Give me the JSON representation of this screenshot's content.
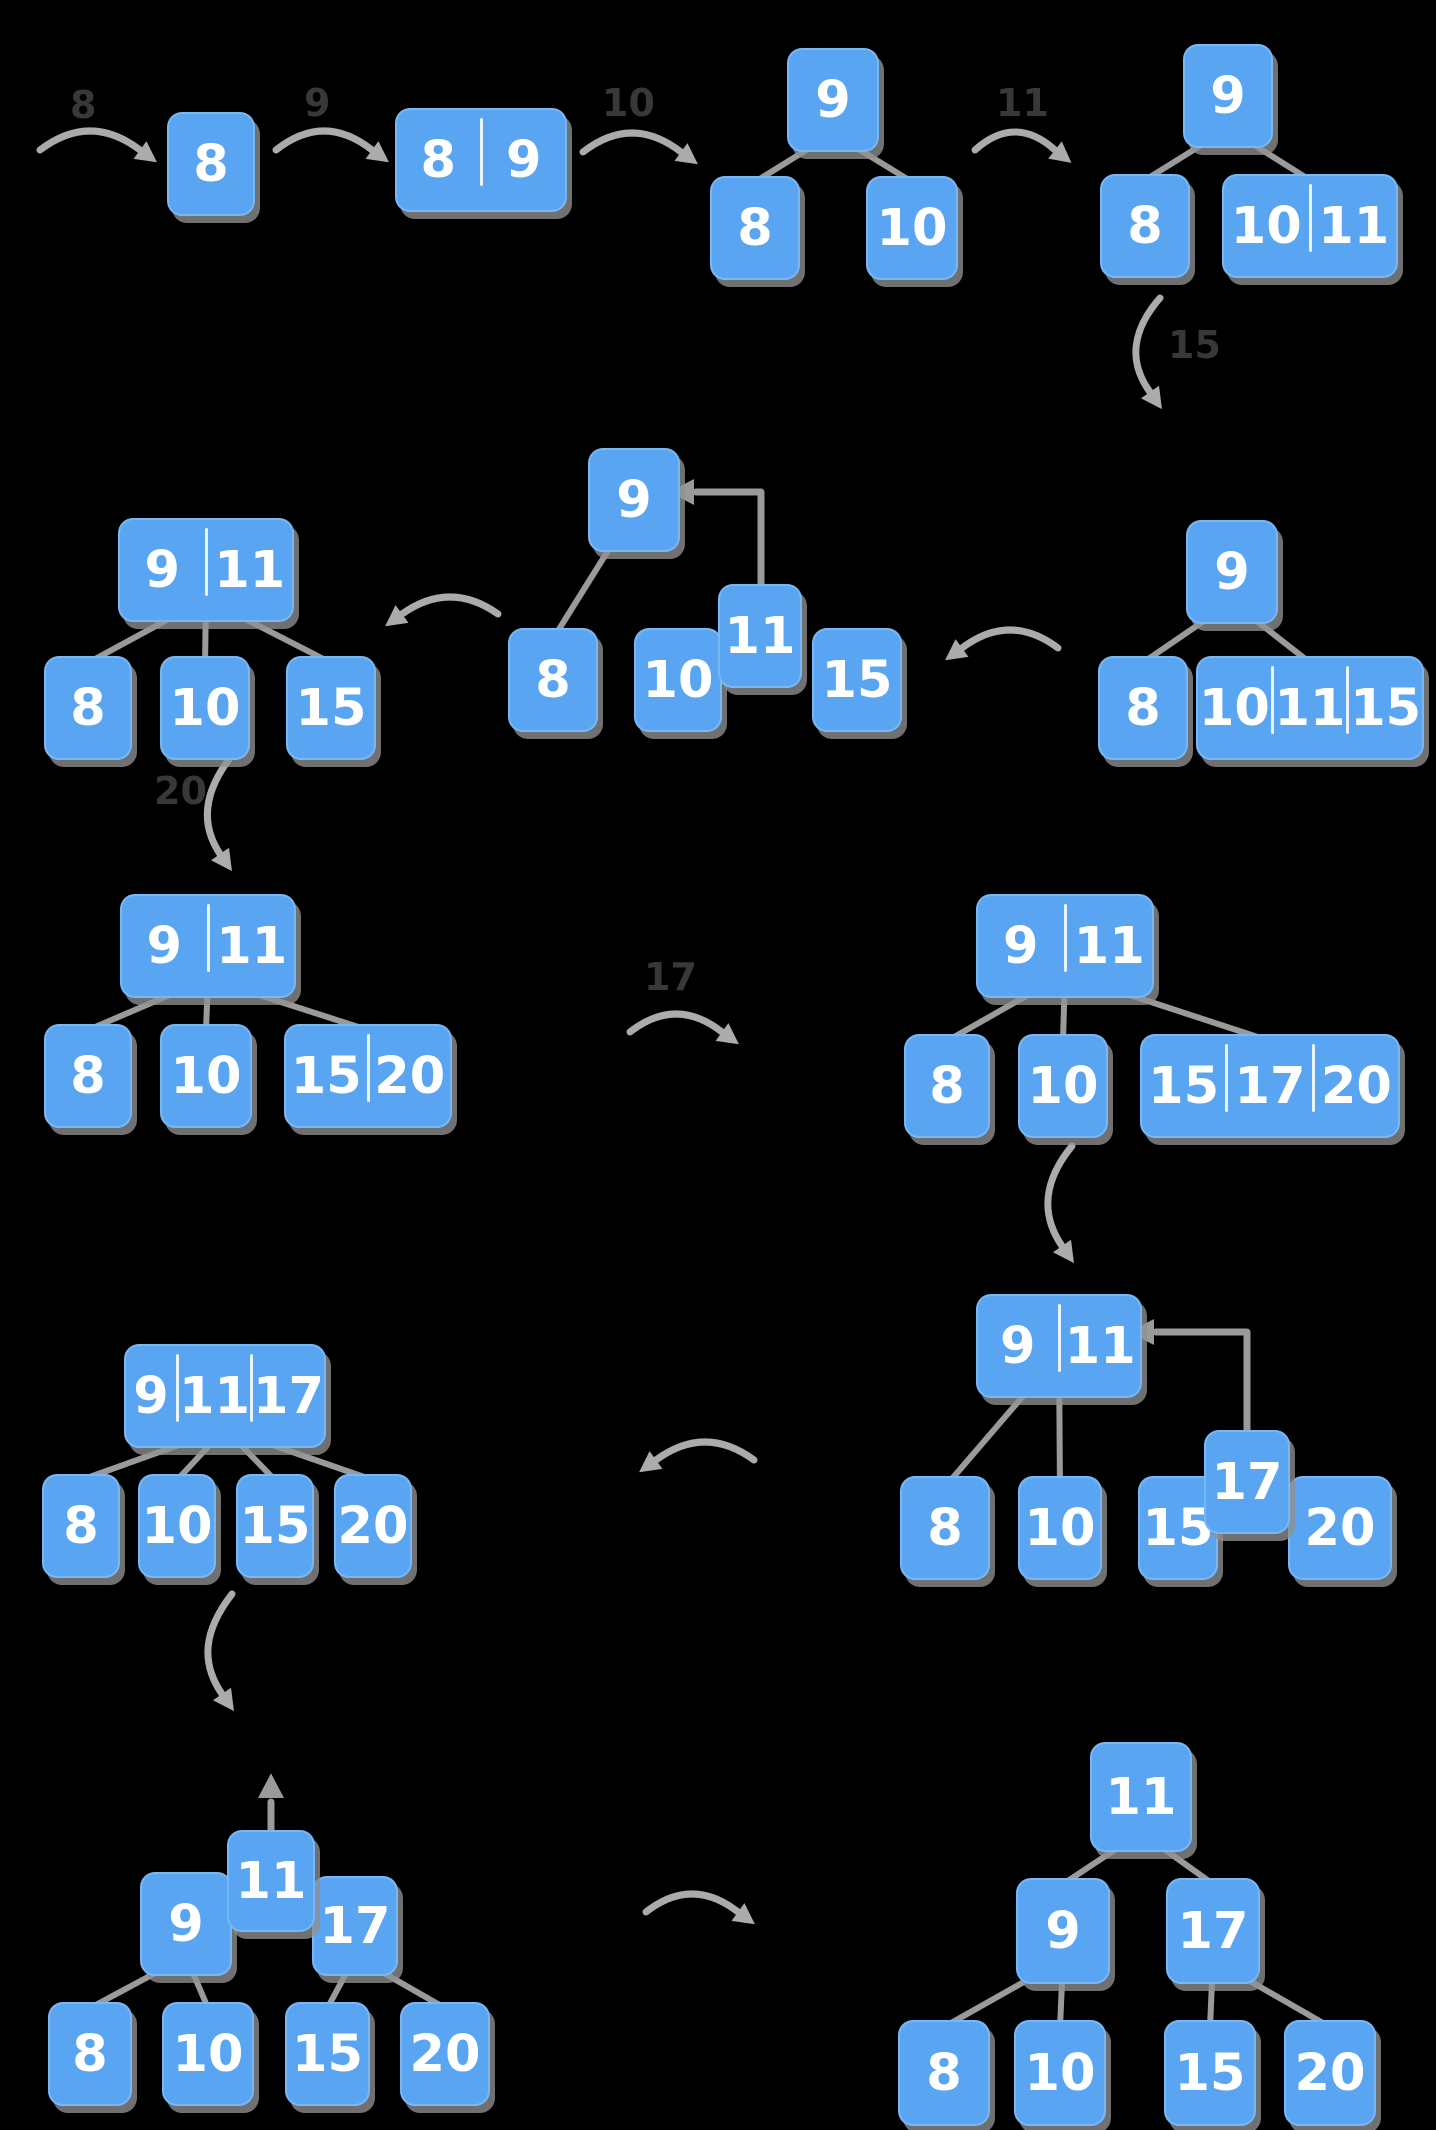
{
  "colors": {
    "background": "#000000",
    "node_fill": "#59A5F1",
    "node_border": "#9BCBF9",
    "node_text": "#FFFFFF",
    "edge": "#9A9A9A",
    "step_arrow": "#ABABAB",
    "insert_label": "#383838",
    "divider": "#EAF4FF"
  },
  "insert_sequence": [
    "8",
    "9",
    "10",
    "11",
    "15",
    "20",
    "17"
  ],
  "steps": [
    {
      "id": "t1",
      "nodes": [
        {
          "id": "t1_r",
          "keys": [
            "8"
          ]
        }
      ],
      "edges": []
    },
    {
      "id": "t2",
      "nodes": [
        {
          "id": "t2_r",
          "keys": [
            "8",
            "9"
          ]
        }
      ],
      "edges": []
    },
    {
      "id": "t3",
      "nodes": [
        {
          "id": "t3_r",
          "keys": [
            "9"
          ]
        },
        {
          "id": "t3_c1",
          "keys": [
            "8"
          ]
        },
        {
          "id": "t3_c2",
          "keys": [
            "10"
          ]
        }
      ],
      "edges": [
        [
          "t3_r",
          "t3_c1"
        ],
        [
          "t3_r",
          "t3_c2"
        ]
      ]
    },
    {
      "id": "t4",
      "nodes": [
        {
          "id": "t4_r",
          "keys": [
            "9"
          ]
        },
        {
          "id": "t4_c1",
          "keys": [
            "8"
          ]
        },
        {
          "id": "t4_c2",
          "keys": [
            "10",
            "11"
          ]
        }
      ],
      "edges": [
        [
          "t4_r",
          "t4_c1"
        ],
        [
          "t4_r",
          "t4_c2"
        ]
      ]
    },
    {
      "id": "t5",
      "nodes": [
        {
          "id": "t5_r",
          "keys": [
            "9"
          ]
        },
        {
          "id": "t5_c1",
          "keys": [
            "8"
          ]
        },
        {
          "id": "t5_c2",
          "keys": [
            "10",
            "11",
            "15"
          ]
        }
      ],
      "edges": [
        [
          "t5_r",
          "t5_c1"
        ],
        [
          "t5_r",
          "t5_c2"
        ]
      ]
    },
    {
      "id": "t6",
      "nodes": [
        {
          "id": "t6_r",
          "keys": [
            "9"
          ]
        },
        {
          "id": "t6_p",
          "keys": [
            "11"
          ],
          "promoted": true
        },
        {
          "id": "t6_c1",
          "keys": [
            "8"
          ]
        },
        {
          "id": "t6_c2",
          "keys": [
            "10"
          ]
        },
        {
          "id": "t6_c3",
          "keys": [
            "15"
          ]
        }
      ],
      "edges": [
        [
          "t6_r",
          "t6_c1"
        ]
      ],
      "promotion": "t6"
    },
    {
      "id": "t7",
      "nodes": [
        {
          "id": "t7_r",
          "keys": [
            "9",
            "11"
          ]
        },
        {
          "id": "t7_c1",
          "keys": [
            "8"
          ]
        },
        {
          "id": "t7_c2",
          "keys": [
            "10"
          ]
        },
        {
          "id": "t7_c3",
          "keys": [
            "15"
          ]
        }
      ],
      "edges": [
        [
          "t7_r",
          "t7_c1"
        ],
        [
          "t7_r",
          "t7_c2"
        ],
        [
          "t7_r",
          "t7_c3"
        ]
      ]
    },
    {
      "id": "t8",
      "nodes": [
        {
          "id": "t8_r",
          "keys": [
            "9",
            "11"
          ]
        },
        {
          "id": "t8_c1",
          "keys": [
            "8"
          ]
        },
        {
          "id": "t8_c2",
          "keys": [
            "10"
          ]
        },
        {
          "id": "t8_c3",
          "keys": [
            "15",
            "20"
          ]
        }
      ],
      "edges": [
        [
          "t8_r",
          "t8_c1"
        ],
        [
          "t8_r",
          "t8_c2"
        ],
        [
          "t8_r",
          "t8_c3"
        ]
      ]
    },
    {
      "id": "t9",
      "nodes": [
        {
          "id": "t9_r",
          "keys": [
            "9",
            "11"
          ]
        },
        {
          "id": "t9_c1",
          "keys": [
            "8"
          ]
        },
        {
          "id": "t9_c2",
          "keys": [
            "10"
          ]
        },
        {
          "id": "t9_c3",
          "keys": [
            "15",
            "17",
            "20"
          ]
        }
      ],
      "edges": [
        [
          "t9_r",
          "t9_c1"
        ],
        [
          "t9_r",
          "t9_c2"
        ],
        [
          "t9_r",
          "t9_c3"
        ]
      ]
    },
    {
      "id": "t10",
      "nodes": [
        {
          "id": "t10_r",
          "keys": [
            "9",
            "11"
          ]
        },
        {
          "id": "t10_p",
          "keys": [
            "17"
          ],
          "promoted": true
        },
        {
          "id": "t10_c1",
          "keys": [
            "8"
          ]
        },
        {
          "id": "t10_c2",
          "keys": [
            "10"
          ]
        },
        {
          "id": "t10_c3",
          "keys": [
            "15"
          ]
        },
        {
          "id": "t10_c4",
          "keys": [
            "20"
          ]
        }
      ],
      "edges": [
        [
          "t10_r",
          "t10_c1"
        ],
        [
          "t10_r",
          "t10_c2"
        ]
      ],
      "promotion": "t10"
    },
    {
      "id": "t11",
      "nodes": [
        {
          "id": "t11_r",
          "keys": [
            "9",
            "11",
            "17"
          ]
        },
        {
          "id": "t11_c1",
          "keys": [
            "8"
          ]
        },
        {
          "id": "t11_c2",
          "keys": [
            "10"
          ]
        },
        {
          "id": "t11_c3",
          "keys": [
            "15"
          ]
        },
        {
          "id": "t11_c4",
          "keys": [
            "20"
          ]
        }
      ],
      "edges": [
        [
          "t11_r",
          "t11_c1"
        ],
        [
          "t11_r",
          "t11_c2"
        ],
        [
          "t11_r",
          "t11_c3"
        ],
        [
          "t11_r",
          "t11_c4"
        ]
      ]
    },
    {
      "id": "t12",
      "nodes": [
        {
          "id": "t12_p",
          "keys": [
            "11"
          ],
          "promoted": true
        },
        {
          "id": "t12_l",
          "keys": [
            "9"
          ]
        },
        {
          "id": "t12_rt",
          "keys": [
            "17"
          ]
        },
        {
          "id": "t12_c1",
          "keys": [
            "8"
          ]
        },
        {
          "id": "t12_c2",
          "keys": [
            "10"
          ]
        },
        {
          "id": "t12_c3",
          "keys": [
            "15"
          ]
        },
        {
          "id": "t12_c4",
          "keys": [
            "20"
          ]
        }
      ],
      "edges": [
        [
          "t12_l",
          "t12_c1"
        ],
        [
          "t12_l",
          "t12_c2"
        ],
        [
          "t12_rt",
          "t12_c3"
        ],
        [
          "t12_rt",
          "t12_c4"
        ]
      ],
      "promotion": "t12"
    },
    {
      "id": "t13",
      "nodes": [
        {
          "id": "t13_r",
          "keys": [
            "11"
          ]
        },
        {
          "id": "t13_l",
          "keys": [
            "9"
          ]
        },
        {
          "id": "t13_rt",
          "keys": [
            "17"
          ]
        },
        {
          "id": "t13_c1",
          "keys": [
            "8"
          ]
        },
        {
          "id": "t13_c2",
          "keys": [
            "10"
          ]
        },
        {
          "id": "t13_c3",
          "keys": [
            "15"
          ]
        },
        {
          "id": "t13_c4",
          "keys": [
            "20"
          ]
        }
      ],
      "edges": [
        [
          "t13_r",
          "t13_l"
        ],
        [
          "t13_r",
          "t13_rt"
        ],
        [
          "t13_l",
          "t13_c1"
        ],
        [
          "t13_l",
          "t13_c2"
        ],
        [
          "t13_rt",
          "t13_c3"
        ],
        [
          "t13_rt",
          "t13_c4"
        ]
      ]
    }
  ],
  "step_arrows": [
    {
      "id": "a1",
      "direction": "right",
      "label": "8"
    },
    {
      "id": "a2",
      "direction": "right",
      "label": "9"
    },
    {
      "id": "a3",
      "direction": "right",
      "label": "10"
    },
    {
      "id": "a4",
      "direction": "right",
      "label": "11"
    },
    {
      "id": "a5",
      "direction": "down",
      "label": "15"
    },
    {
      "id": "a6",
      "direction": "left",
      "label": ""
    },
    {
      "id": "a7",
      "direction": "left",
      "label": ""
    },
    {
      "id": "a8",
      "direction": "down",
      "label": "20"
    },
    {
      "id": "a9",
      "direction": "right",
      "label": "17"
    },
    {
      "id": "a10",
      "direction": "down",
      "label": ""
    },
    {
      "id": "a11",
      "direction": "left",
      "label": ""
    },
    {
      "id": "a12",
      "direction": "down",
      "label": ""
    },
    {
      "id": "a13",
      "direction": "right",
      "label": ""
    }
  ]
}
